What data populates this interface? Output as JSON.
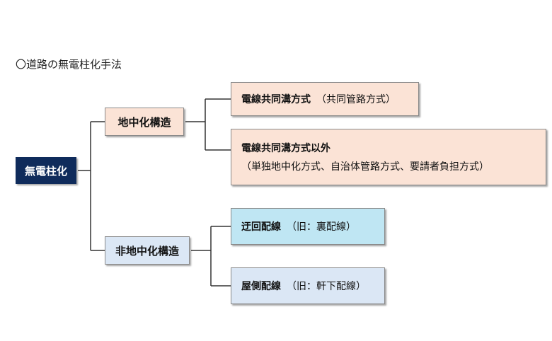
{
  "heading": "〇道路の無電柱化手法",
  "root": {
    "label": "無電柱化"
  },
  "branches": [
    {
      "label": "地中化構造",
      "leaves": [
        {
          "title": "電線共同溝方式",
          "detail": "（共同管路方式）"
        },
        {
          "title": "電線共同溝方式以外",
          "detail": "（単独地中化方式、自治体管路方式、要請者負担方式）"
        }
      ]
    },
    {
      "label": "非地中化構造",
      "leaves": [
        {
          "title": "迂回配線",
          "detail": "（旧：裏配線）"
        },
        {
          "title": "屋側配線",
          "detail": "（旧：軒下配線）"
        }
      ]
    }
  ]
}
